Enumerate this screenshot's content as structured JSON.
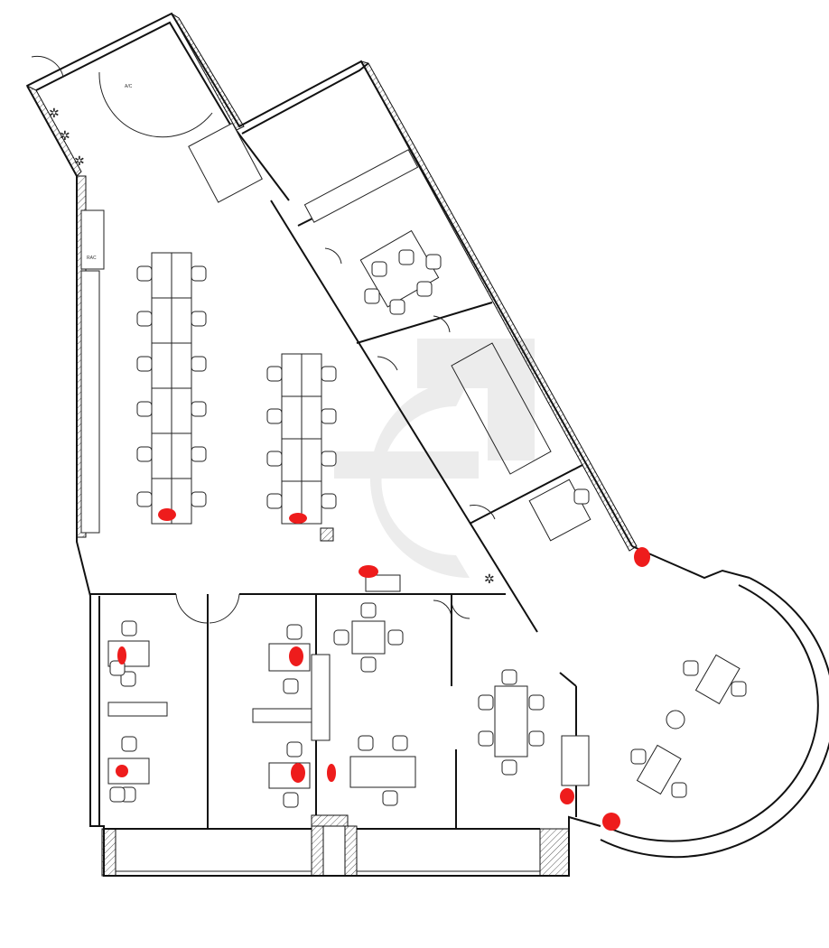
{
  "plan": {
    "labels": {
      "ac": "A/C",
      "rac": "RAC"
    },
    "marker_color": "#ee1c1c",
    "watermark_color": "#ececec",
    "marker_count": 11
  }
}
